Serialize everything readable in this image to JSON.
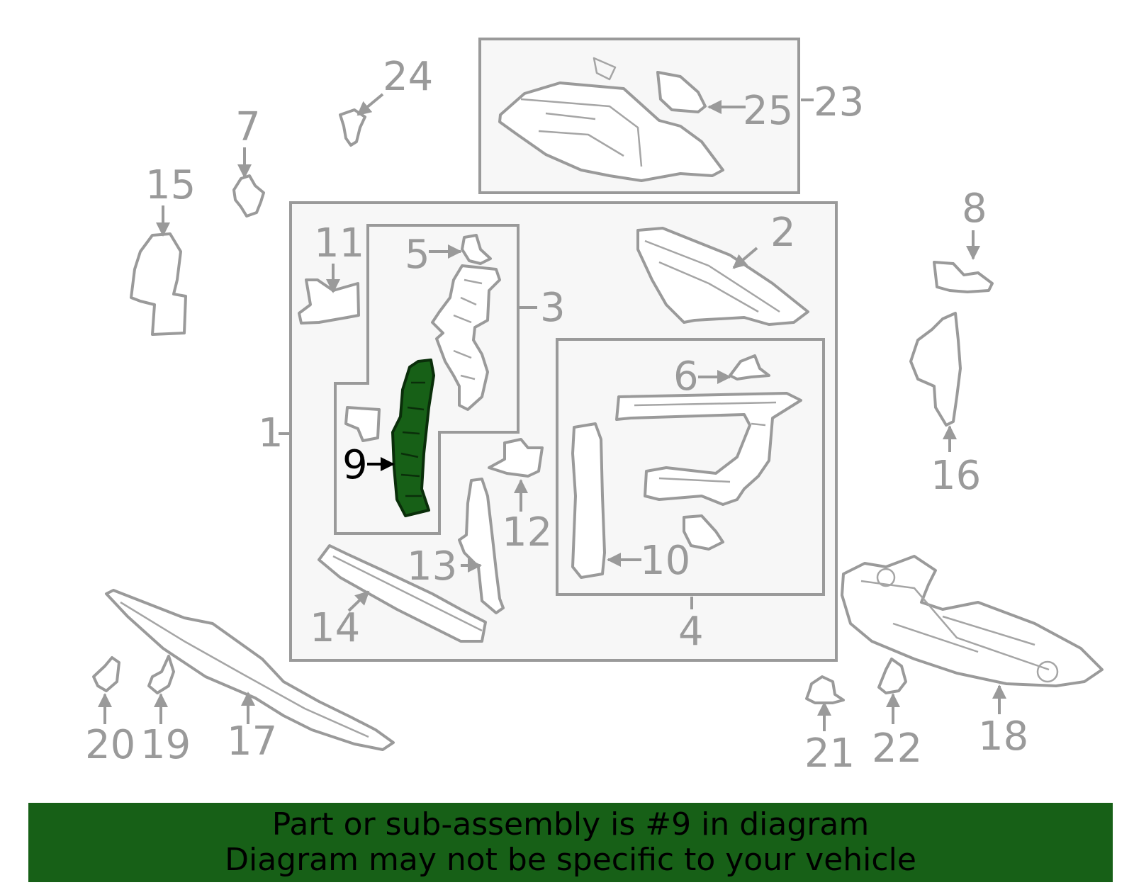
{
  "diagram": {
    "highlight_color": "#176017",
    "highlighted_part": "9",
    "callouts": [
      "1",
      "2",
      "3",
      "4",
      "5",
      "6",
      "7",
      "8",
      "9",
      "10",
      "11",
      "12",
      "13",
      "14",
      "15",
      "16",
      "17",
      "18",
      "19",
      "20",
      "21",
      "22",
      "23",
      "24",
      "25"
    ]
  },
  "banner": {
    "background": "#176017",
    "line1": "Part or sub-assembly is #9 in diagram",
    "line2": "Diagram may not be specific to your vehicle"
  }
}
